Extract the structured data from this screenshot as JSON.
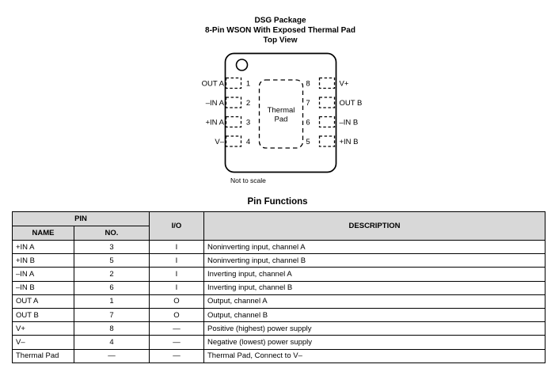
{
  "diagram": {
    "title_lines": [
      "DSG Package",
      "8-Pin WSON With Exposed Thermal Pad",
      "Top View"
    ],
    "pins_left": [
      {
        "name": "OUT A",
        "number": "1"
      },
      {
        "name": "–IN A",
        "number": "2"
      },
      {
        "name": "+IN A",
        "number": "3"
      },
      {
        "name": "V–",
        "number": "4"
      }
    ],
    "pins_right": [
      {
        "number": "8",
        "name": "V+"
      },
      {
        "number": "7",
        "name": "OUT B"
      },
      {
        "number": "6",
        "name": "–IN B"
      },
      {
        "number": "5",
        "name": "+IN B"
      }
    ],
    "thermal_pad_lines": [
      "Thermal",
      "Pad"
    ],
    "footnote": "Not to scale"
  },
  "table": {
    "title": "Pin Functions",
    "header": {
      "pin_group": "PIN",
      "name": "NAME",
      "no": "NO.",
      "io": "I/O",
      "description": "DESCRIPTION"
    },
    "rows": [
      {
        "name": "+IN A",
        "no": "3",
        "io": "I",
        "description": "Noninverting input, channel A"
      },
      {
        "name": "+IN B",
        "no": "5",
        "io": "I",
        "description": "Noninverting input, channel B"
      },
      {
        "name": "–IN A",
        "no": "2",
        "io": "I",
        "description": "Inverting input, channel A"
      },
      {
        "name": "–IN B",
        "no": "6",
        "io": "I",
        "description": "Inverting input, channel B"
      },
      {
        "name": "OUT A",
        "no": "1",
        "io": "O",
        "description": "Output, channel A"
      },
      {
        "name": "OUT B",
        "no": "7",
        "io": "O",
        "description": "Output, channel B"
      },
      {
        "name": "V+",
        "no": "8",
        "io": "—",
        "description": "Positive (highest) power supply"
      },
      {
        "name": "V–",
        "no": "4",
        "io": "—",
        "description": "Negative (lowest) power supply"
      },
      {
        "name": "Thermal Pad",
        "no": "—",
        "io": "—",
        "description": "Thermal Pad, Connect to V–"
      }
    ]
  },
  "colors": {
    "header_bg": "#d8d8d8",
    "line": "#000000",
    "background": "#ffffff"
  }
}
